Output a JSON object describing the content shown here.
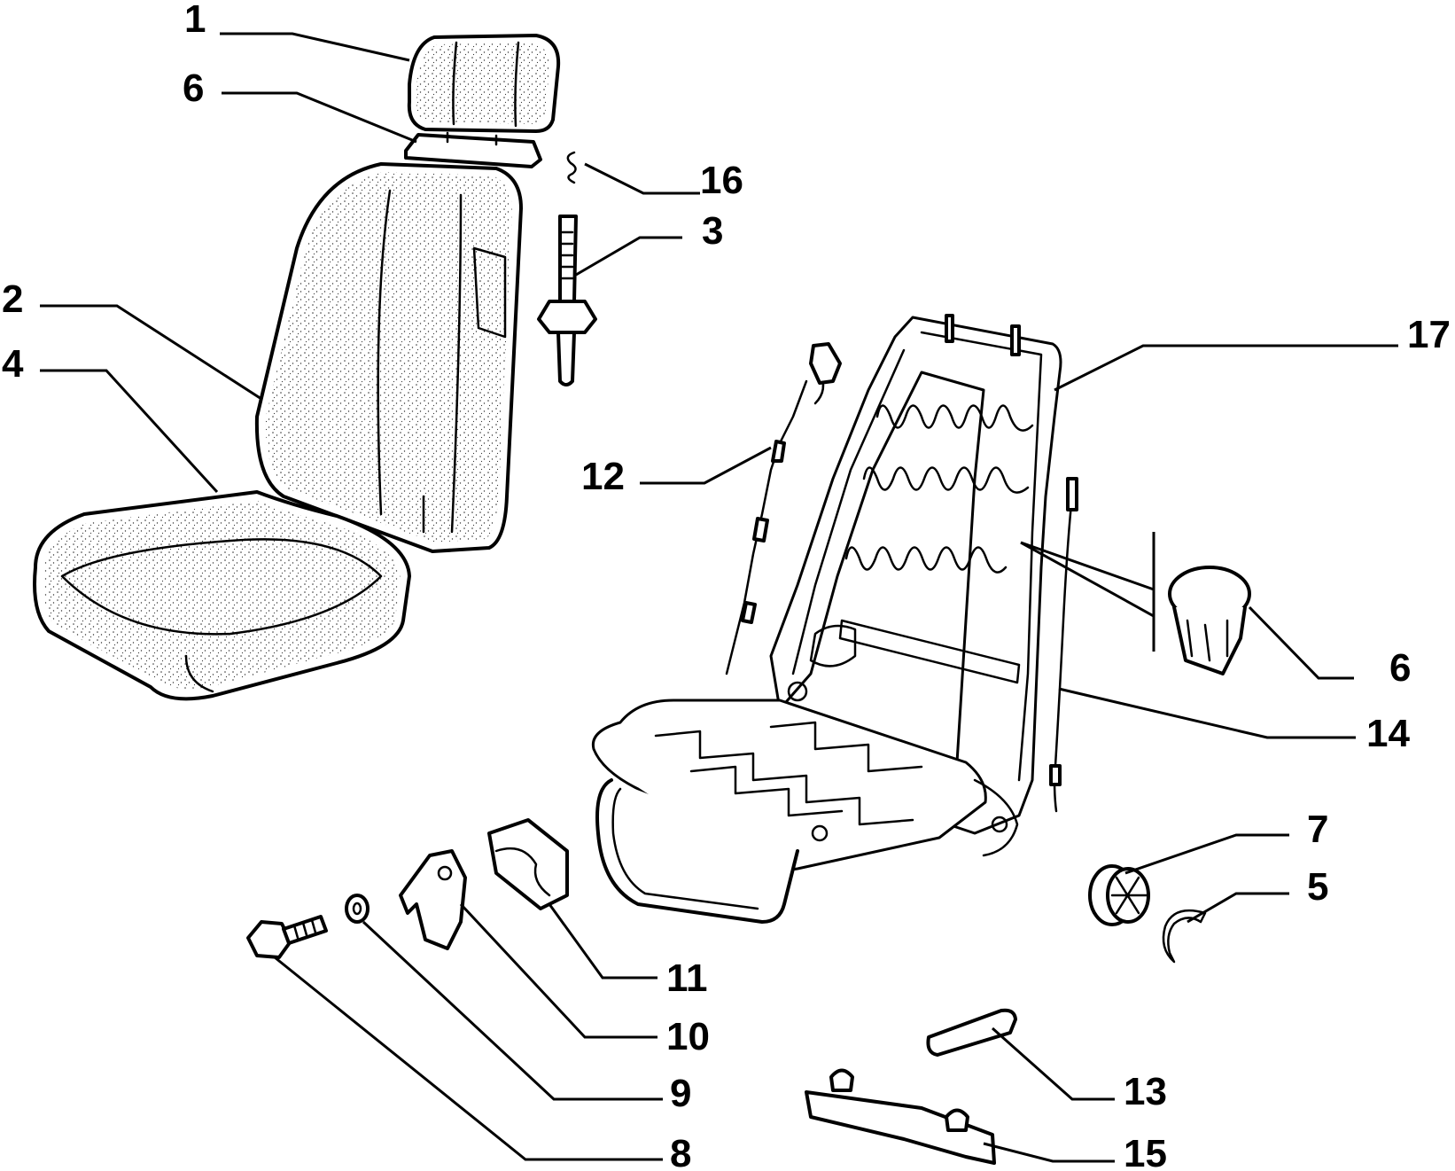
{
  "callouts": {
    "c1": "1",
    "c6_top": "6",
    "c16": "16",
    "c3": "3",
    "c2": "2",
    "c4": "4",
    "c17": "17",
    "c12": "12",
    "c6_right": "6",
    "c14": "14",
    "c7": "7",
    "c5": "5",
    "c11": "11",
    "c10": "10",
    "c9": "9",
    "c8": "8",
    "c13": "13",
    "c15": "15"
  }
}
